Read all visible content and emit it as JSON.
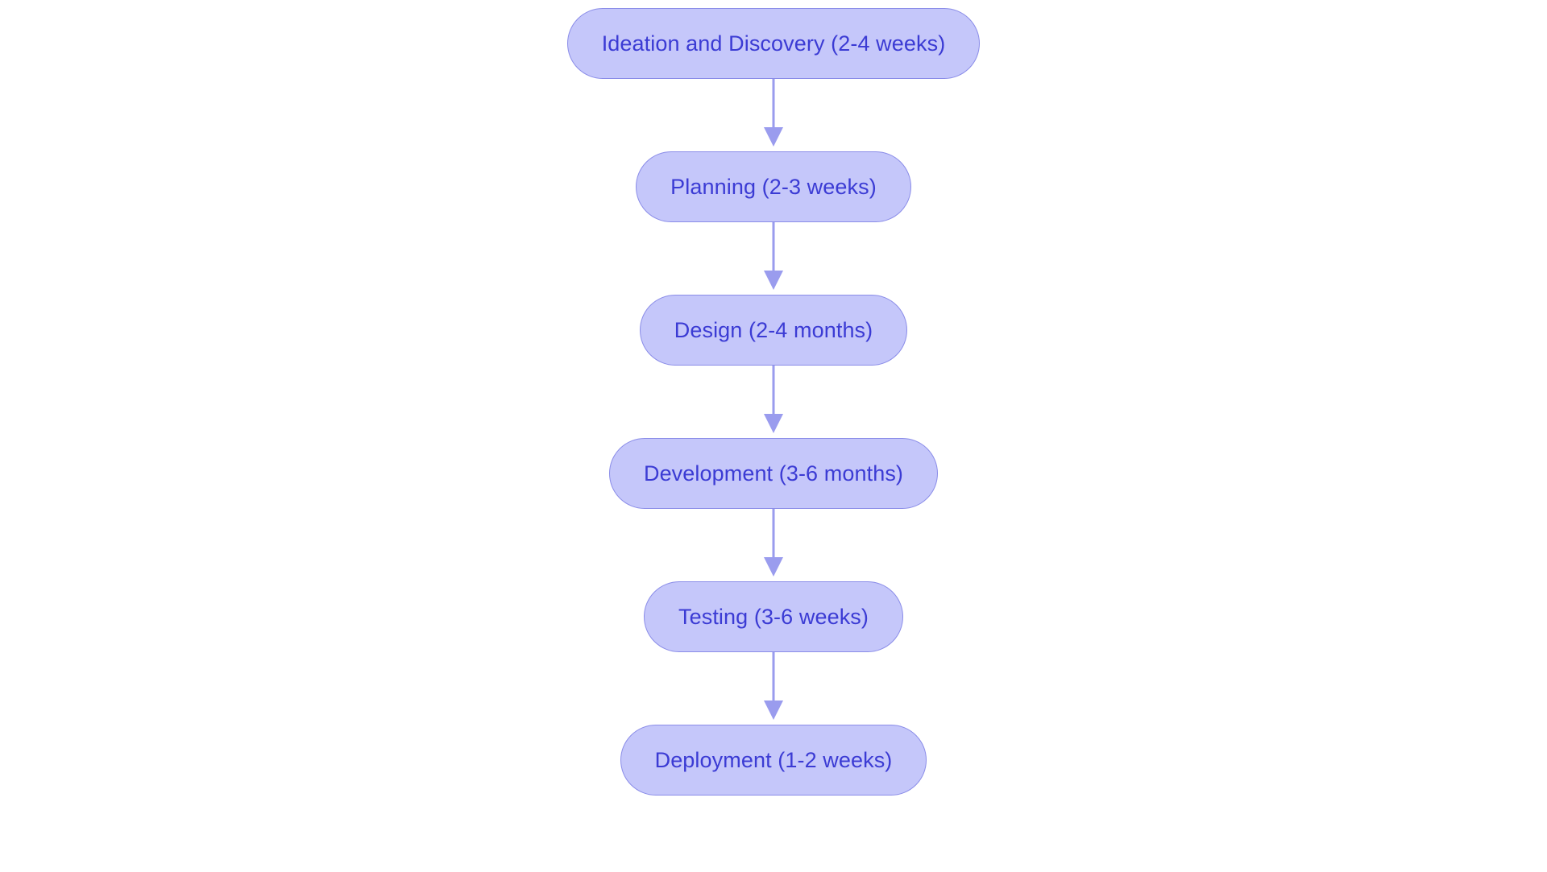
{
  "diagram": {
    "type": "flowchart",
    "orientation": "vertical-top-to-bottom",
    "background_color": "#ffffff",
    "node_fill_color": "#c5c7fa",
    "node_border_color": "#8a8ce8",
    "node_text_color": "#3b3bd4",
    "arrow_color": "#9a9cee",
    "nodes": [
      {
        "id": "ideation",
        "label": "Ideation and Discovery (2-4 weeks)"
      },
      {
        "id": "planning",
        "label": "Planning (2-3 weeks)"
      },
      {
        "id": "design",
        "label": "Design (2-4 months)"
      },
      {
        "id": "development",
        "label": "Development (3-6 months)"
      },
      {
        "id": "testing",
        "label": "Testing (3-6 weeks)"
      },
      {
        "id": "deployment",
        "label": "Deployment (1-2 weeks)"
      }
    ],
    "edges": [
      {
        "from": "ideation",
        "to": "planning"
      },
      {
        "from": "planning",
        "to": "design"
      },
      {
        "from": "design",
        "to": "development"
      },
      {
        "from": "development",
        "to": "testing"
      },
      {
        "from": "testing",
        "to": "deployment"
      }
    ]
  }
}
